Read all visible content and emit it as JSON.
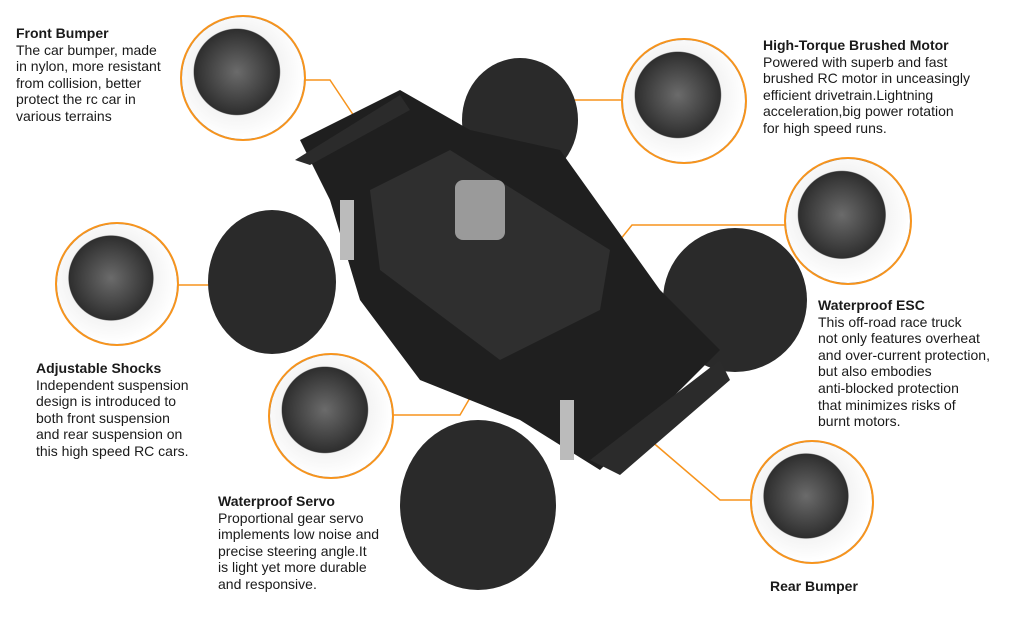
{
  "features": {
    "front_bumper": {
      "title": "Front Bumper",
      "desc": "The car bumper, made\nin nylon, more resistant\nfrom collision, better\nprotect the rc car in\nvarious terrains"
    },
    "shocks": {
      "title": "Adjustable Shocks",
      "desc": "Independent suspension\ndesign is introduced to\nboth front suspension\nand rear suspension on\nthis high speed RC cars."
    },
    "servo": {
      "title": "Waterproof Servo",
      "desc": "Proportional gear servo\nimplements low noise and\nprecise steering angle.It\nis light yet more durable\nand responsive."
    },
    "motor": {
      "title": "High-Torque Brushed Motor",
      "desc": "Powered with superb and fast\nbrushed RC motor in unceasingly\nefficient drivetrain.Lightning\nacceleration,big power rotation\nfor high speed runs."
    },
    "esc": {
      "title": "Waterproof ESC",
      "desc": "This off-road race truck\nnot only features overheat\nand over-current protection,\nbut also embodies\nanti-blocked protection\nthat minimizes risks of\nburnt motors."
    },
    "rear_bumper": {
      "title": "Rear Bumper"
    }
  },
  "colors": {
    "accent": "#f7941d",
    "chassis": "#1f1f1f",
    "tire": "#2a2a2a"
  }
}
